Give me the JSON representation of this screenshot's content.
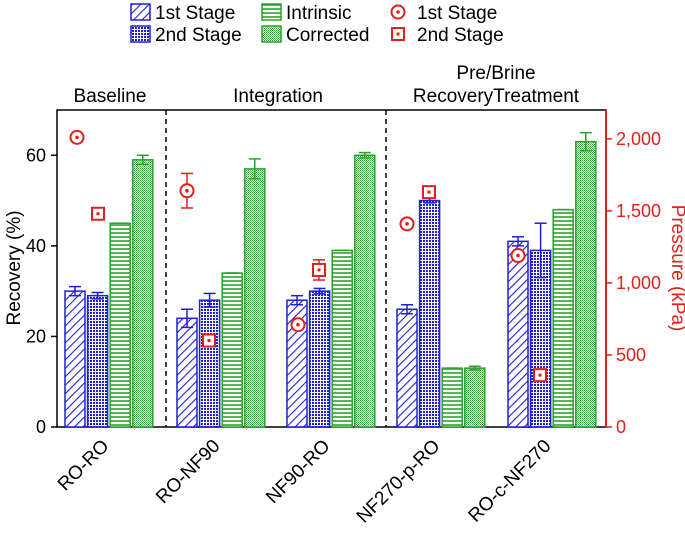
{
  "chart_data": {
    "type": "bar",
    "categories": [
      "RO-RO",
      "RO-NF90",
      "NF90-RO",
      "NF270-p-RO",
      "RO-c-NF270"
    ],
    "groups": [
      {
        "label": "Baseline",
        "categories": [
          0
        ]
      },
      {
        "label": "Integration",
        "categories": [
          1,
          2
        ]
      },
      {
        "label_lines": [
          "Pre/Brine",
          "RecoveryTreatment"
        ],
        "categories": [
          3,
          4
        ]
      }
    ],
    "ylabel": "Recovery (%)",
    "ylim": [
      0,
      70
    ],
    "yticks": [
      0,
      20,
      40,
      60
    ],
    "y2label": "Pressure (kPa)",
    "y2lim": [
      0,
      2200
    ],
    "y2ticks": [
      "0",
      "500",
      "1,000",
      "1,500",
      "2,000"
    ],
    "y2tick_values": [
      0,
      500,
      1000,
      1500,
      2000
    ],
    "series": [
      {
        "name": "1st Stage",
        "kind": "bar",
        "color": "#1f1fd6",
        "pattern": "diag",
        "values": [
          30,
          24,
          28,
          26,
          41
        ],
        "errors": [
          1,
          2,
          1,
          1,
          1
        ]
      },
      {
        "name": "2nd Stage",
        "kind": "bar",
        "color": "#1f1fd6",
        "pattern": "dots",
        "values": [
          29,
          28,
          30,
          50,
          39
        ],
        "errors": [
          0.7,
          1.5,
          0.6,
          0.5,
          6
        ]
      },
      {
        "name": "Intrinsic",
        "kind": "bar",
        "color": "#2ca02c",
        "pattern": "hlines",
        "values": [
          45,
          34,
          39,
          13,
          48
        ],
        "errors": [
          0,
          0,
          0,
          0,
          0
        ]
      },
      {
        "name": "Corrected",
        "kind": "bar",
        "color": "#2ca02c",
        "pattern": "fine",
        "values": [
          59,
          57,
          60,
          13,
          63
        ],
        "errors": [
          1,
          2.2,
          0.6,
          0.4,
          2
        ]
      }
    ],
    "pressure_series": [
      {
        "name": "1st Stage",
        "kind": "marker",
        "marker": "circle-dot",
        "color": "#e0201b",
        "values": [
          2010,
          1640,
          710,
          1410,
          1190
        ],
        "errors": [
          0,
          120,
          0,
          0,
          0
        ]
      },
      {
        "name": "2nd Stage",
        "kind": "marker",
        "marker": "square-dot",
        "color": "#e0201b",
        "values": [
          1480,
          600,
          1090,
          1630,
          360
        ],
        "errors": [
          0,
          0,
          70,
          0,
          0
        ]
      }
    ],
    "legend_position": "top"
  }
}
